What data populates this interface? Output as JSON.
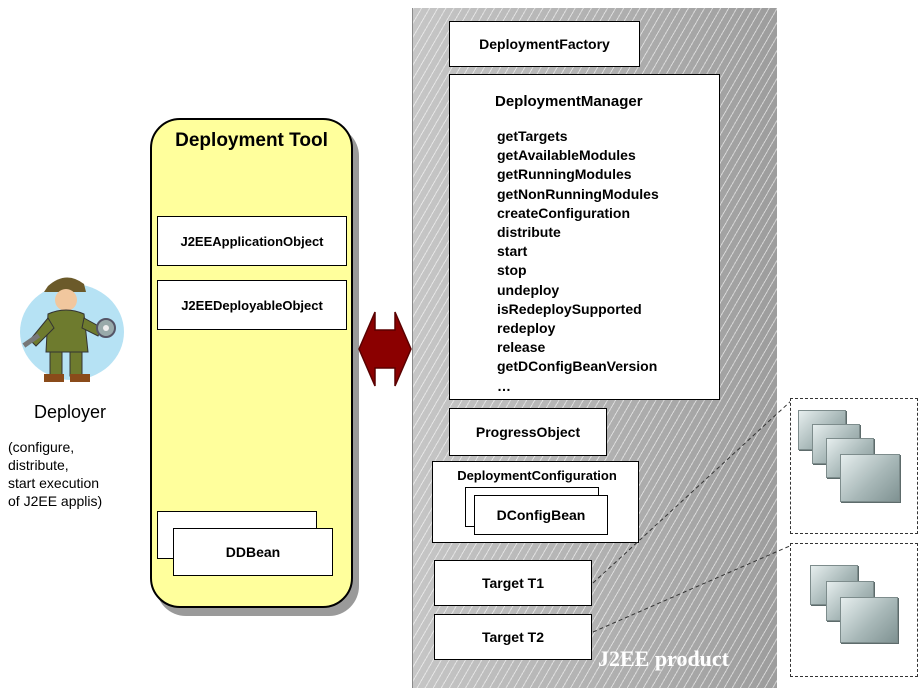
{
  "deployer": {
    "label": "Deployer",
    "description_lines": [
      "(configure,",
      "distribute,",
      "start execution",
      "of J2EE applis)"
    ]
  },
  "tool": {
    "title": "Deployment Tool",
    "app_object": "J2EEApplicationObject",
    "deployable_object": "J2EEDeployableObject",
    "ddbean": "DDBean"
  },
  "product": {
    "label": "J2EE product",
    "factory": "DeploymentFactory",
    "manager_title": "DeploymentManager",
    "methods": [
      "getTargets",
      "getAvailableModules",
      "getRunningModules",
      "getNonRunningModules",
      "createConfiguration",
      "distribute",
      "start",
      "stop",
      "undeploy",
      "isRedeploySupported",
      "redeploy",
      "release",
      "getDConfigBeanVersion",
      "…"
    ],
    "progress_object": "ProgressObject",
    "deployment_configuration": "DeploymentConfiguration",
    "dconfig_bean": "DConfigBean",
    "target1": "Target T1",
    "target2": "Target T2"
  },
  "colors": {
    "tool_fill": "#ffff9c",
    "arrow": "#8b0000",
    "product_fill": "#b6b6b6"
  },
  "icons": [
    "deployer-person-icon",
    "double-arrow-icon",
    "server-screens-icon"
  ]
}
